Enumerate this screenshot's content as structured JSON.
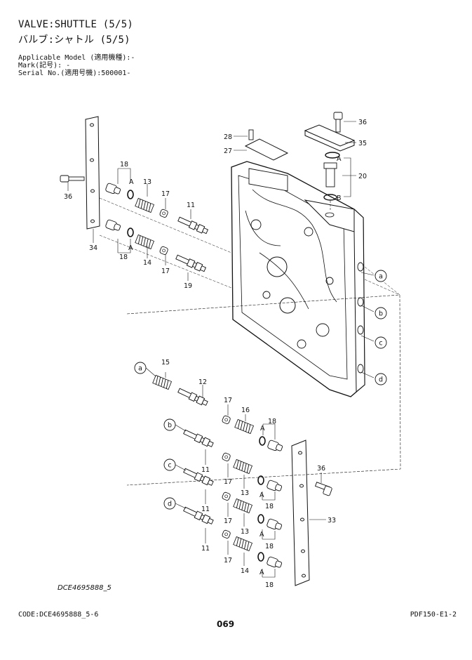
{
  "header": {
    "title": "VALVE:SHUTTLE (5/5)",
    "title_ja": "バルブ:シャトル (5/5)",
    "applicable_model": "Applicable Model (適用機種):-",
    "mark": "Mark(記号): -",
    "serial_no": "Serial No.(適用号機):500001-"
  },
  "figure_code": "DCE4695888_5",
  "footer": {
    "code": "CODE:DCE4695888_5-6",
    "page_number": "069",
    "doc_id": "PDF150-E1-2"
  },
  "callouts": {
    "n36a": "36",
    "n35": "35",
    "n28": "28",
    "n27": "27",
    "n20": "20",
    "A_top": "A",
    "B_top": "B",
    "n36b": "36",
    "n18a": "18",
    "A_l1": "A",
    "n13a": "13",
    "n17a": "17",
    "n11a": "11",
    "n34": "34",
    "n18b": "18",
    "A_l2": "A",
    "n14a": "14",
    "n17b": "17",
    "n19": "19",
    "n15": "15",
    "n12": "12",
    "n17c": "17",
    "n16": "16",
    "n18c": "18",
    "A_l3": "A",
    "n11b": "11",
    "n17d": "17",
    "n13b": "13",
    "A_l4": "A",
    "n18d": "18",
    "n11c": "11",
    "n17e": "17",
    "n13c": "13",
    "A_l5": "A",
    "n18e": "18",
    "n11d": "11",
    "n17f": "17",
    "n14b": "14",
    "A_l6": "A",
    "n18f": "18",
    "n36c": "36",
    "n33": "33"
  },
  "circle_refs": {
    "a1": "a",
    "b1": "b",
    "c1": "c",
    "d1": "d",
    "a2": "a",
    "b2": "b",
    "c2": "c",
    "d2": "d"
  }
}
